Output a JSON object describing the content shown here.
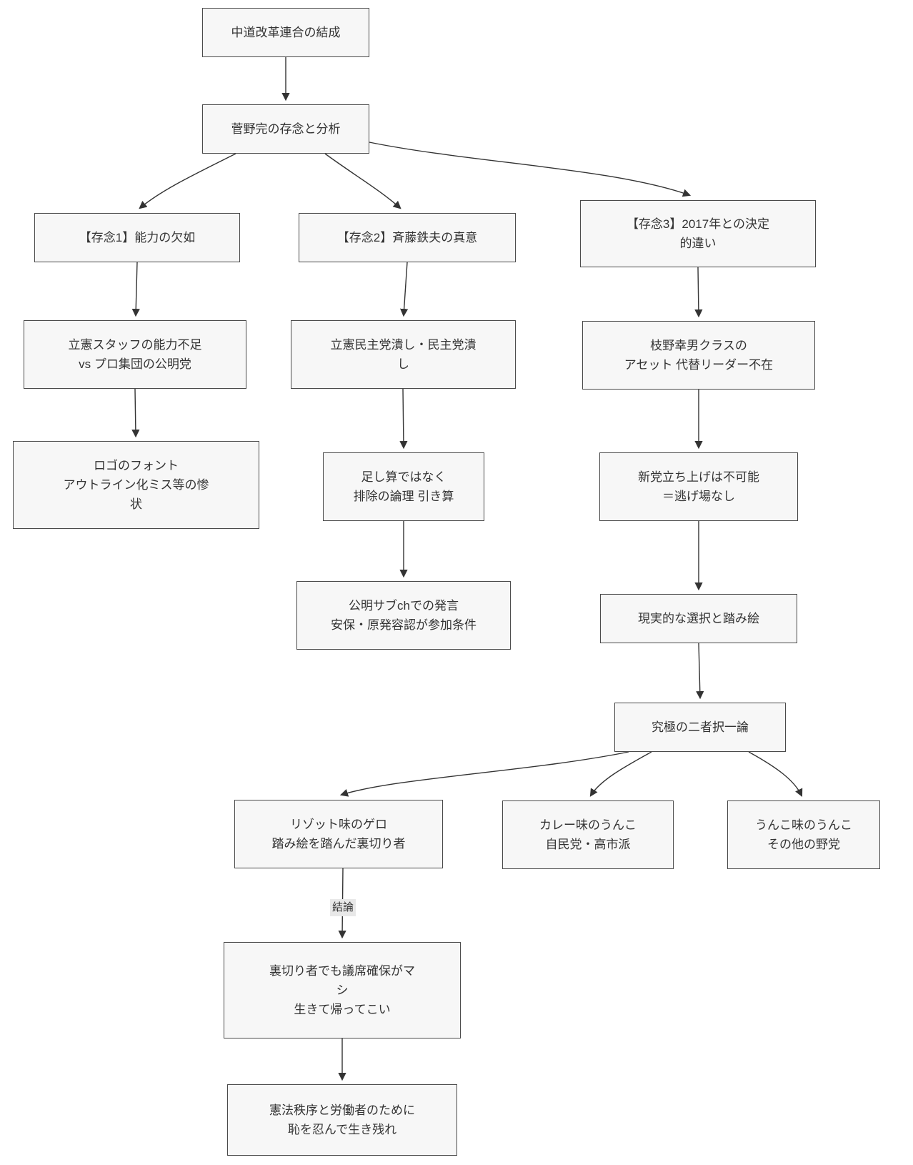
{
  "diagram": {
    "title": "flowchart",
    "nodes": {
      "a": {
        "text": "中道改革連合の結成"
      },
      "b": {
        "text": "菅野完の存念と分析"
      },
      "c": {
        "text": "【存念1】能力の欠如"
      },
      "d": {
        "text": "【存念2】斉藤鉄夫の真意"
      },
      "e": {
        "text": "【存念3】2017年との決定\n的違い"
      },
      "f": {
        "text": "立憲スタッフの能力不足\nvs プロ集団の公明党"
      },
      "g": {
        "text": "ロゴのフォント\nアウトライン化ミス等の惨\n状"
      },
      "h": {
        "text": "立憲民主党潰し・民主党潰\nし"
      },
      "i": {
        "text": "足し算ではなく\n排除の論理 引き算"
      },
      "j": {
        "text": "公明サブchでの発言\n安保・原発容認が参加条件"
      },
      "k": {
        "text": "枝野幸男クラスの\nアセット 代替リーダー不在"
      },
      "l": {
        "text": "新党立ち上げは不可能\n＝逃げ場なし"
      },
      "m": {
        "text": "現実的な選択と踏み絵"
      },
      "n": {
        "text": "究極の二者択一論"
      },
      "o": {
        "text": "リゾット味のゲロ\n踏み絵を踏んだ裏切り者"
      },
      "p": {
        "text": "カレー味のうんこ\n自民党・高市派"
      },
      "q": {
        "text": "うんこ味のうんこ\nその他の野党"
      },
      "r": {
        "text": "裏切り者でも議席確保がマ\nシ\n生きて帰ってこい"
      },
      "s": {
        "text": "憲法秩序と労働者のために\n恥を忍んで生き残れ"
      }
    },
    "edge_labels": {
      "conclusion": "結論"
    },
    "colors": {
      "background": "#ffffff",
      "node_fill": "#f7f7f7",
      "node_border": "#4a4a4a",
      "text": "#333333",
      "arrow": "#333333",
      "edge_label_bg": "#e8e8e8"
    }
  }
}
